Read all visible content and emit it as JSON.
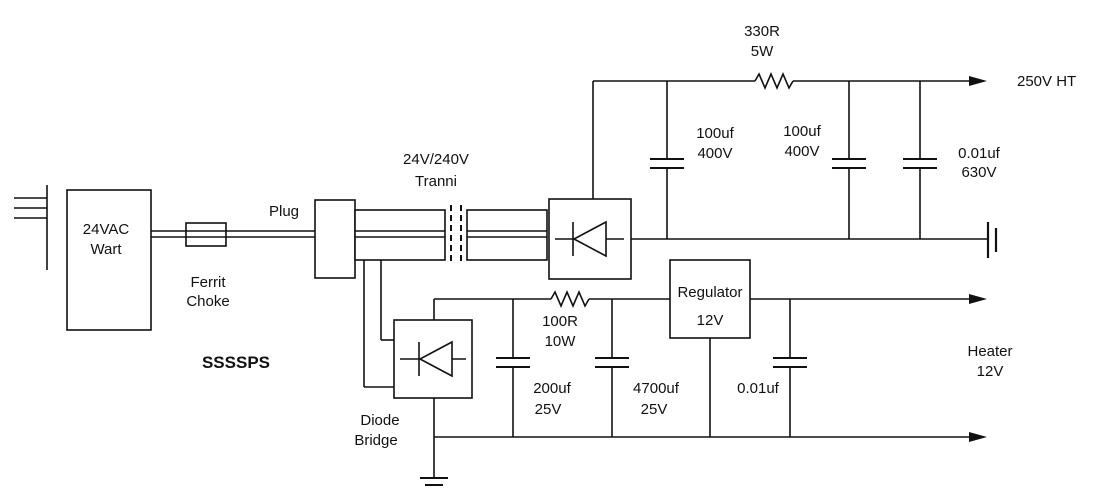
{
  "labels": {
    "wart": [
      "24VAC",
      "Wart"
    ],
    "ferrit": [
      "Ferrit",
      "Choke"
    ],
    "plug": "Plug",
    "tranni": [
      "24V/240V",
      "Tranni"
    ],
    "r330": [
      "330R",
      "5W"
    ],
    "ht": "250V HT",
    "c1": [
      "100uf",
      "400V"
    ],
    "c2": [
      "100uf",
      "400V"
    ],
    "c3": [
      "0.01uf",
      "630V"
    ],
    "title": "SSSSPS",
    "r100": [
      "100R",
      "10W"
    ],
    "regulator": [
      "Regulator",
      "12V"
    ],
    "heater": [
      "Heater",
      "12V"
    ],
    "c4": [
      "200uf",
      "25V"
    ],
    "c5": [
      "4700uf",
      "25V"
    ],
    "c6": "0.01uf",
    "diode_bridge": [
      "Diode",
      "Bridge"
    ]
  },
  "colors": {
    "ink": "#111111",
    "background": "#ffffff"
  }
}
